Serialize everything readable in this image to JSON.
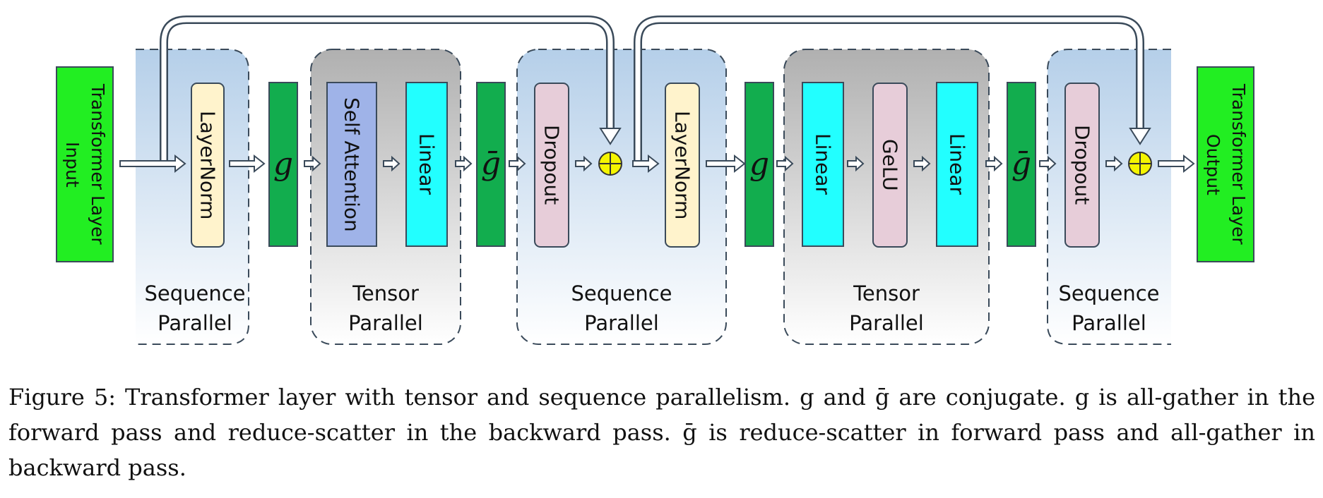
{
  "blocks": {
    "input_label": "Transformer Layer Input",
    "output_label": "Transformer Layer Output",
    "layernorm": "LayerNorm",
    "self_attention": "Self Attention",
    "linear": "Linear",
    "dropout": "Dropout",
    "gelu": "GeLU",
    "g": "g",
    "g_bar": "ḡ"
  },
  "regions": {
    "sequence_parallel": "Sequence Parallel",
    "tensor_parallel": "Tensor Parallel"
  },
  "caption": "Figure 5: Transformer layer with tensor and sequence parallelism. g and ḡ are conjugate. g is all-gather in the forward pass and reduce-scatter in the backward pass. ḡ is reduce-scatter in forward pass and all-gather in backward pass.",
  "colors": {
    "io_green": "#22ee22",
    "g_green": "#12ad4e",
    "layernorm": "#fff3cc",
    "attention": "#9fb3e8",
    "linear": "#22ffff",
    "dropout_gelu": "#e7cdd9",
    "sum_node": "#f5f500",
    "sequence_region": "#b8d1ea",
    "tensor_region": "#b2b2b2"
  },
  "icons": {
    "sum_node": "circle-plus-icon",
    "arrows": "hollow-arrow-icon"
  }
}
